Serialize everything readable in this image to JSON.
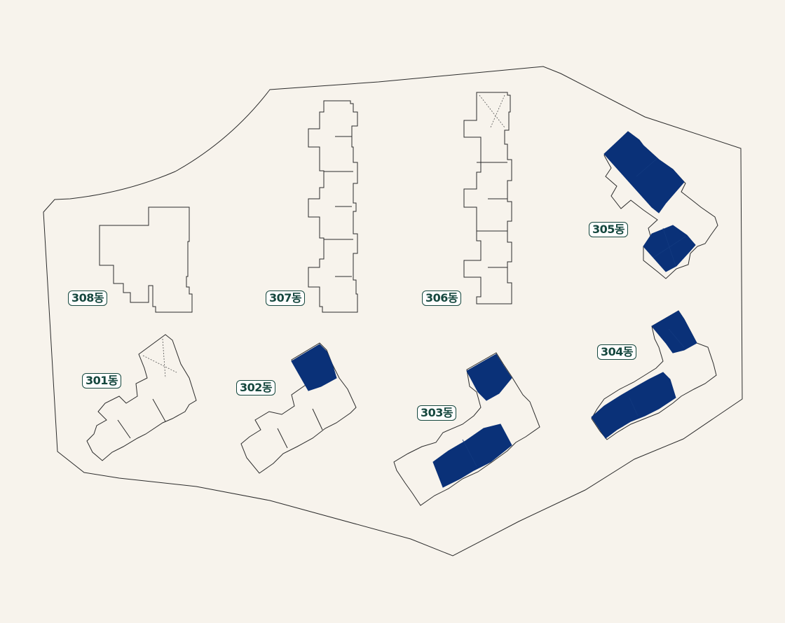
{
  "map": {
    "colors": {
      "background": "#f7f3ec",
      "outline": "#2b2b2b",
      "highlight_units": "#0a3178",
      "label_text": "#15473e",
      "label_border": "#15473e",
      "label_fill": "#ffffff"
    },
    "buildings": [
      {
        "id": "308",
        "label": "308동",
        "highlighted": false
      },
      {
        "id": "307",
        "label": "307동",
        "highlighted": false
      },
      {
        "id": "306",
        "label": "306동",
        "highlighted": false
      },
      {
        "id": "305",
        "label": "305동",
        "highlighted": true
      },
      {
        "id": "301",
        "label": "301동",
        "highlighted": false
      },
      {
        "id": "302",
        "label": "302동",
        "highlighted": true
      },
      {
        "id": "303",
        "label": "303동",
        "highlighted": true
      },
      {
        "id": "304",
        "label": "304동",
        "highlighted": true
      }
    ]
  }
}
